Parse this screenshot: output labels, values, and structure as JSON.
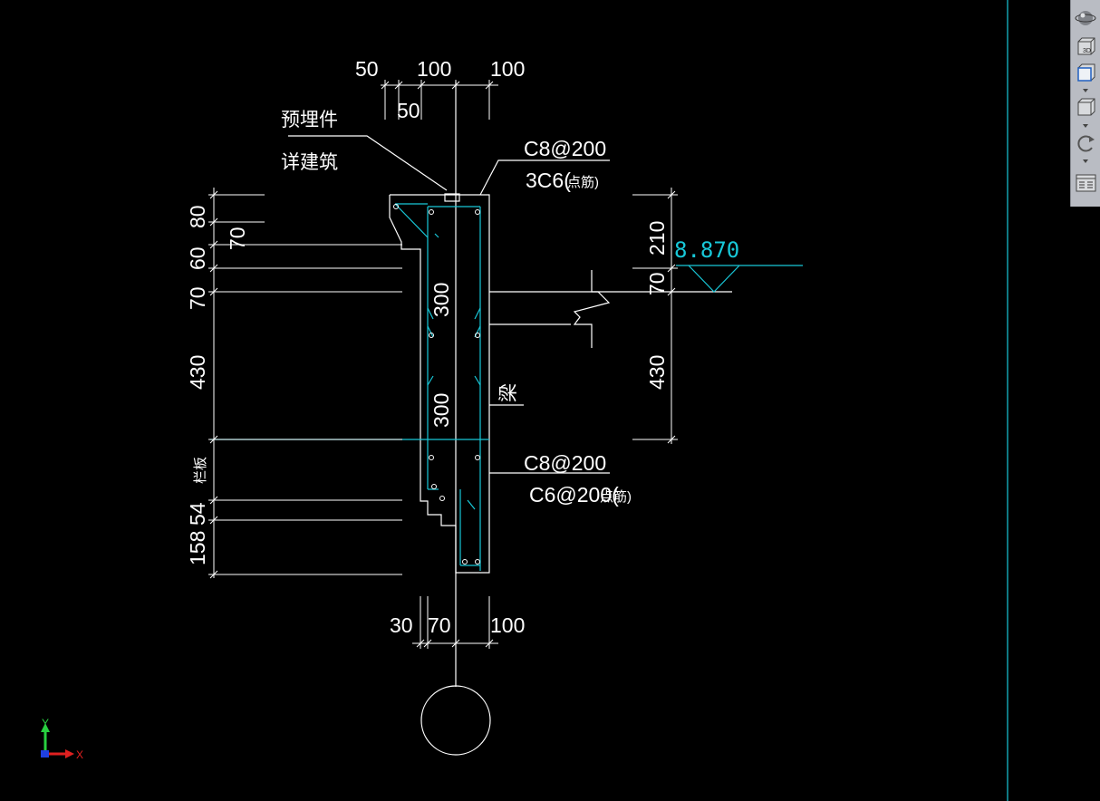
{
  "dimensions": {
    "top": [
      "50",
      "100",
      "100",
      "50"
    ],
    "bottom": [
      "30",
      "70",
      "100"
    ],
    "left": [
      "80",
      "70",
      "60",
      "70",
      "430",
      "54",
      "158"
    ],
    "right": [
      "210",
      "70",
      "430"
    ],
    "inner": [
      "300",
      "300"
    ]
  },
  "annotations": {
    "embedded_part": "预埋件",
    "see_architecture": "详建筑",
    "top_rebar_1": "C8@200",
    "top_rebar_2": "3C6(",
    "top_rebar_2_small": "点筋)",
    "beam_label": "梁",
    "bottom_rebar_1": "C8@200",
    "bottom_rebar_2": "C6@200(",
    "bottom_rebar_2_small": "点筋)",
    "left_side_note": "栏板"
  },
  "elevation": {
    "value": "8.870"
  },
  "ucs": {
    "y_label": "Y",
    "x_label": "X"
  },
  "toolbar": {
    "tools": [
      "orbit-icon",
      "3d-view-icon",
      "front-view-icon",
      "box-view-icon",
      "rotate-icon",
      "properties-icon"
    ]
  },
  "colors": {
    "background": "#000000",
    "lines": "#ffffff",
    "cyan": "#18c8d8",
    "toolbar": "#b9bcc3"
  }
}
